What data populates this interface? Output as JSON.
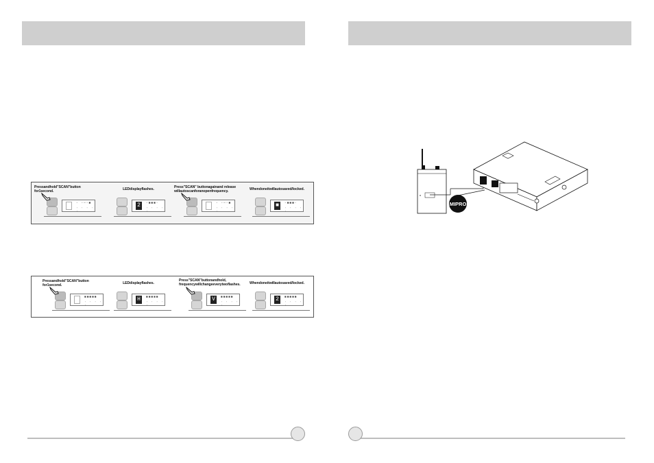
{
  "left_page": {
    "header": "",
    "procedure_1": {
      "steps": [
        {
          "caption": "Pressandhold\"SCAN\"button\nfor1second.",
          "lcd_digit": "",
          "lcd_segments": [
            "- -—-■",
            "· · · · ·"
          ]
        },
        {
          "caption": "LEDdisplayflashes.",
          "lcd_digit": "2",
          "lcd_segments": [
            "-■■■-",
            "· · · · ·"
          ]
        },
        {
          "caption": "Press\"SCAN\" buttonagainand release\nwillautoscanforanopenfrequency.",
          "lcd_digit": "",
          "lcd_segments": [
            "- -—-■",
            "· · · · ·"
          ]
        },
        {
          "caption": "Whendoneitwillautosaved/locked.",
          "lcd_digit": "■",
          "lcd_segments": [
            "-■■■-",
            "· · · · ·"
          ]
        }
      ]
    },
    "procedure_2": {
      "steps": [
        {
          "caption": "Pressandhold\"SCAN\"button\nfor1second.",
          "lcd_digit": "",
          "lcd_segments": [
            "■■■■■",
            "· · · · ·"
          ]
        },
        {
          "caption": "LEDdisplayflashes.",
          "lcd_digit": "H",
          "lcd_segments": [
            "■■■■■",
            "· · · · ·"
          ]
        },
        {
          "caption": "Press\"SCAN\"buttonandhold,\nfrequencywillchangeeverytwoflashes.",
          "lcd_digit": "V",
          "lcd_segments": [
            "■■■■■",
            "· · · · ·"
          ]
        },
        {
          "caption": "Whendoneitwillautosaved/locked.",
          "lcd_digit": "2",
          "lcd_segments": [
            "■■■■■",
            "· · · · ·"
          ]
        }
      ]
    }
  },
  "right_page": {
    "header": "",
    "illustration": {
      "logo_text": "MIPRO"
    }
  },
  "colors": {
    "header_bar": "#cfcfcf",
    "footer_line": "#bdbdbd",
    "strip_border": "#555555"
  }
}
